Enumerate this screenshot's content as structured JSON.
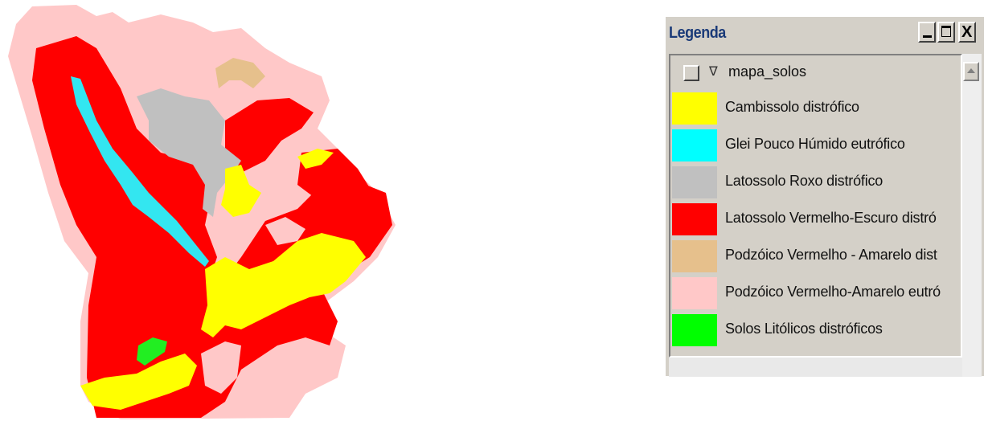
{
  "window": {
    "title": "Legenda",
    "minimize_glyph": "_",
    "maximize_glyph": "□",
    "close_glyph": "X"
  },
  "layer": {
    "name": "mapa_solos",
    "toggle_icon": "∇"
  },
  "legend_items": [
    {
      "label": "Cambissolo distrófico",
      "color": "#ffff00"
    },
    {
      "label": "Glei Pouco Húmido eutrófico",
      "color": "#00ffff"
    },
    {
      "label": "Latossolo Roxo distrófico",
      "color": "#c0c0c0"
    },
    {
      "label": "Latossolo Vermelho-Escuro distró",
      "color": "#ff0000"
    },
    {
      "label": "Podzóico Vermelho - Amarelo dist",
      "color": "#e6c08c"
    },
    {
      "label": "Podzóico Vermelho-Amarelo eutró",
      "color": "#ffc8c8"
    },
    {
      "label": "Solos Litólicos distróficos",
      "color": "#00ff00"
    }
  ],
  "map_colors": {
    "cambissolo": "#ffff00",
    "glei": "#33e6f0",
    "latossolo_roxo": "#c0c0c0",
    "latossolo_vermelho": "#ff0000",
    "podzolico_distrofico": "#e6c08c",
    "podzolico_eutrofico": "#ffc8c8",
    "solos_litolicos": "#22ee22"
  }
}
